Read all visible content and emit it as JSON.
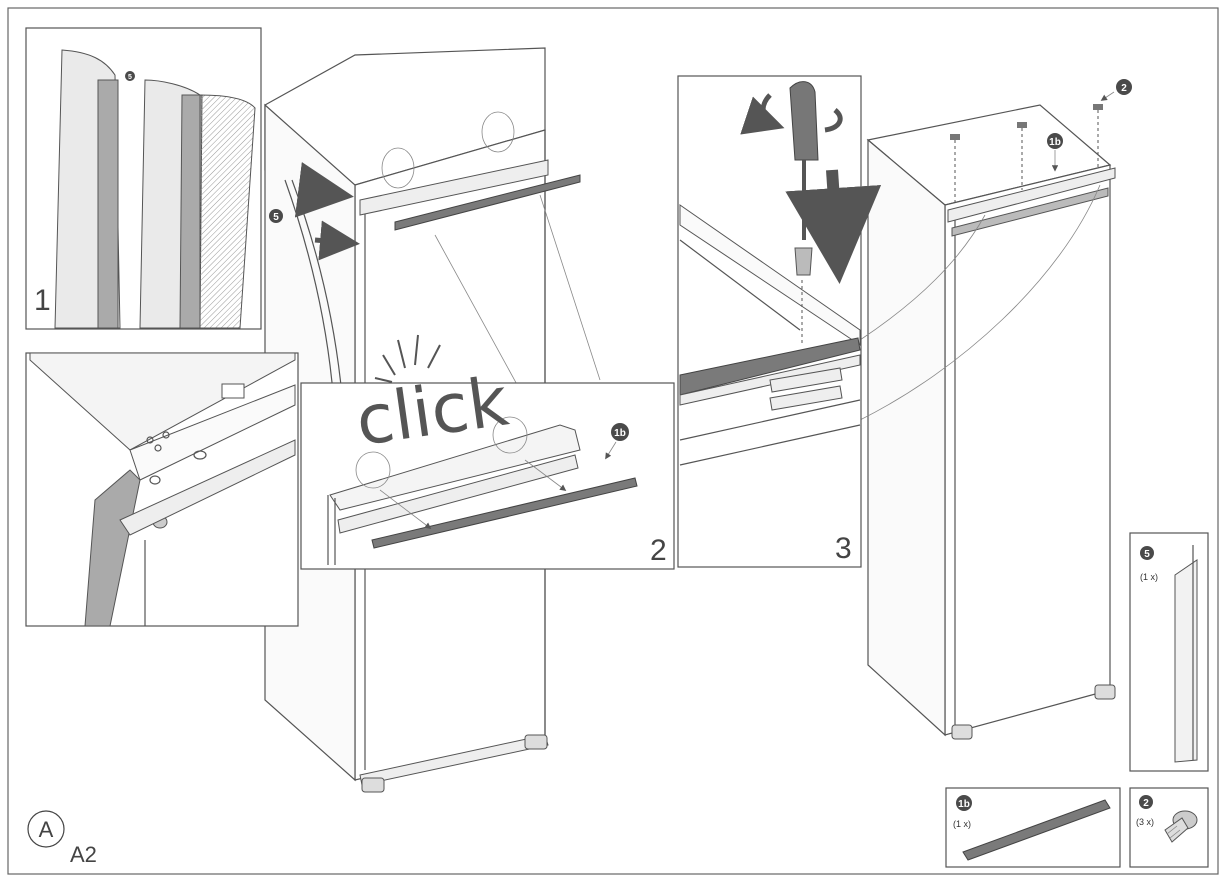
{
  "panels": {
    "p1": {
      "number": "1",
      "badge": "5"
    },
    "p2": {
      "number": "2",
      "badge": "1b",
      "click": "click"
    },
    "p3": {
      "number": "3"
    },
    "main_left": {
      "badge": "5"
    },
    "main_right": {
      "badge_screw": "2",
      "badge_strip": "1b"
    }
  },
  "parts": {
    "seal": {
      "badge": "5",
      "qty": "(1 x)"
    },
    "strip": {
      "badge": "1b",
      "qty": "(1 x)"
    },
    "screw": {
      "badge": "2",
      "qty": "(3 x)"
    }
  },
  "corner_label": {
    "circle_letter": "A",
    "code": "A2"
  },
  "colors": {
    "line": "#555555",
    "badge": "#4a4a4a",
    "strip": "#7a7a7a",
    "arrow": "#555555"
  }
}
